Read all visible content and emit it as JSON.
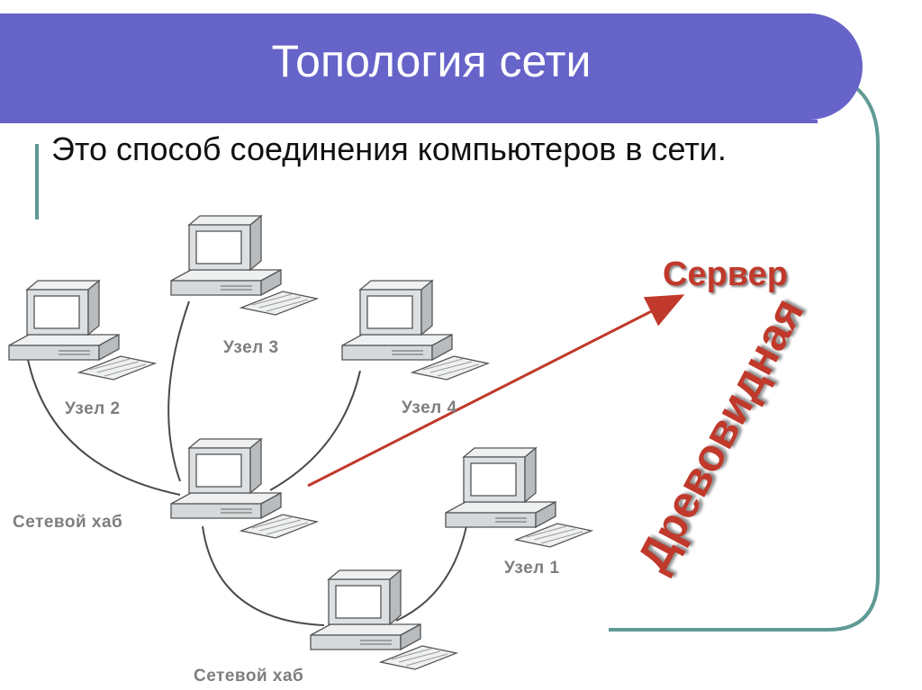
{
  "slide": {
    "title": "Топология сети",
    "subtitle": "Это способ соединения компьютеров в сети.",
    "server_label": "Сервер",
    "topology_type": "Древовидная",
    "accent_color": "#6663c9",
    "frame_color": "#5f9a95",
    "highlight_color": "#c0392b"
  },
  "diagram": {
    "nodes": [
      {
        "id": "uzel2",
        "label": "Узел 2"
      },
      {
        "id": "uzel3",
        "label": "Узел 3"
      },
      {
        "id": "uzel4",
        "label": "Узел 4"
      },
      {
        "id": "hub1",
        "label": "Сетевой хаб"
      },
      {
        "id": "uzel1",
        "label": "Узел 1"
      },
      {
        "id": "hub2",
        "label": "Сетевой хаб"
      }
    ]
  }
}
